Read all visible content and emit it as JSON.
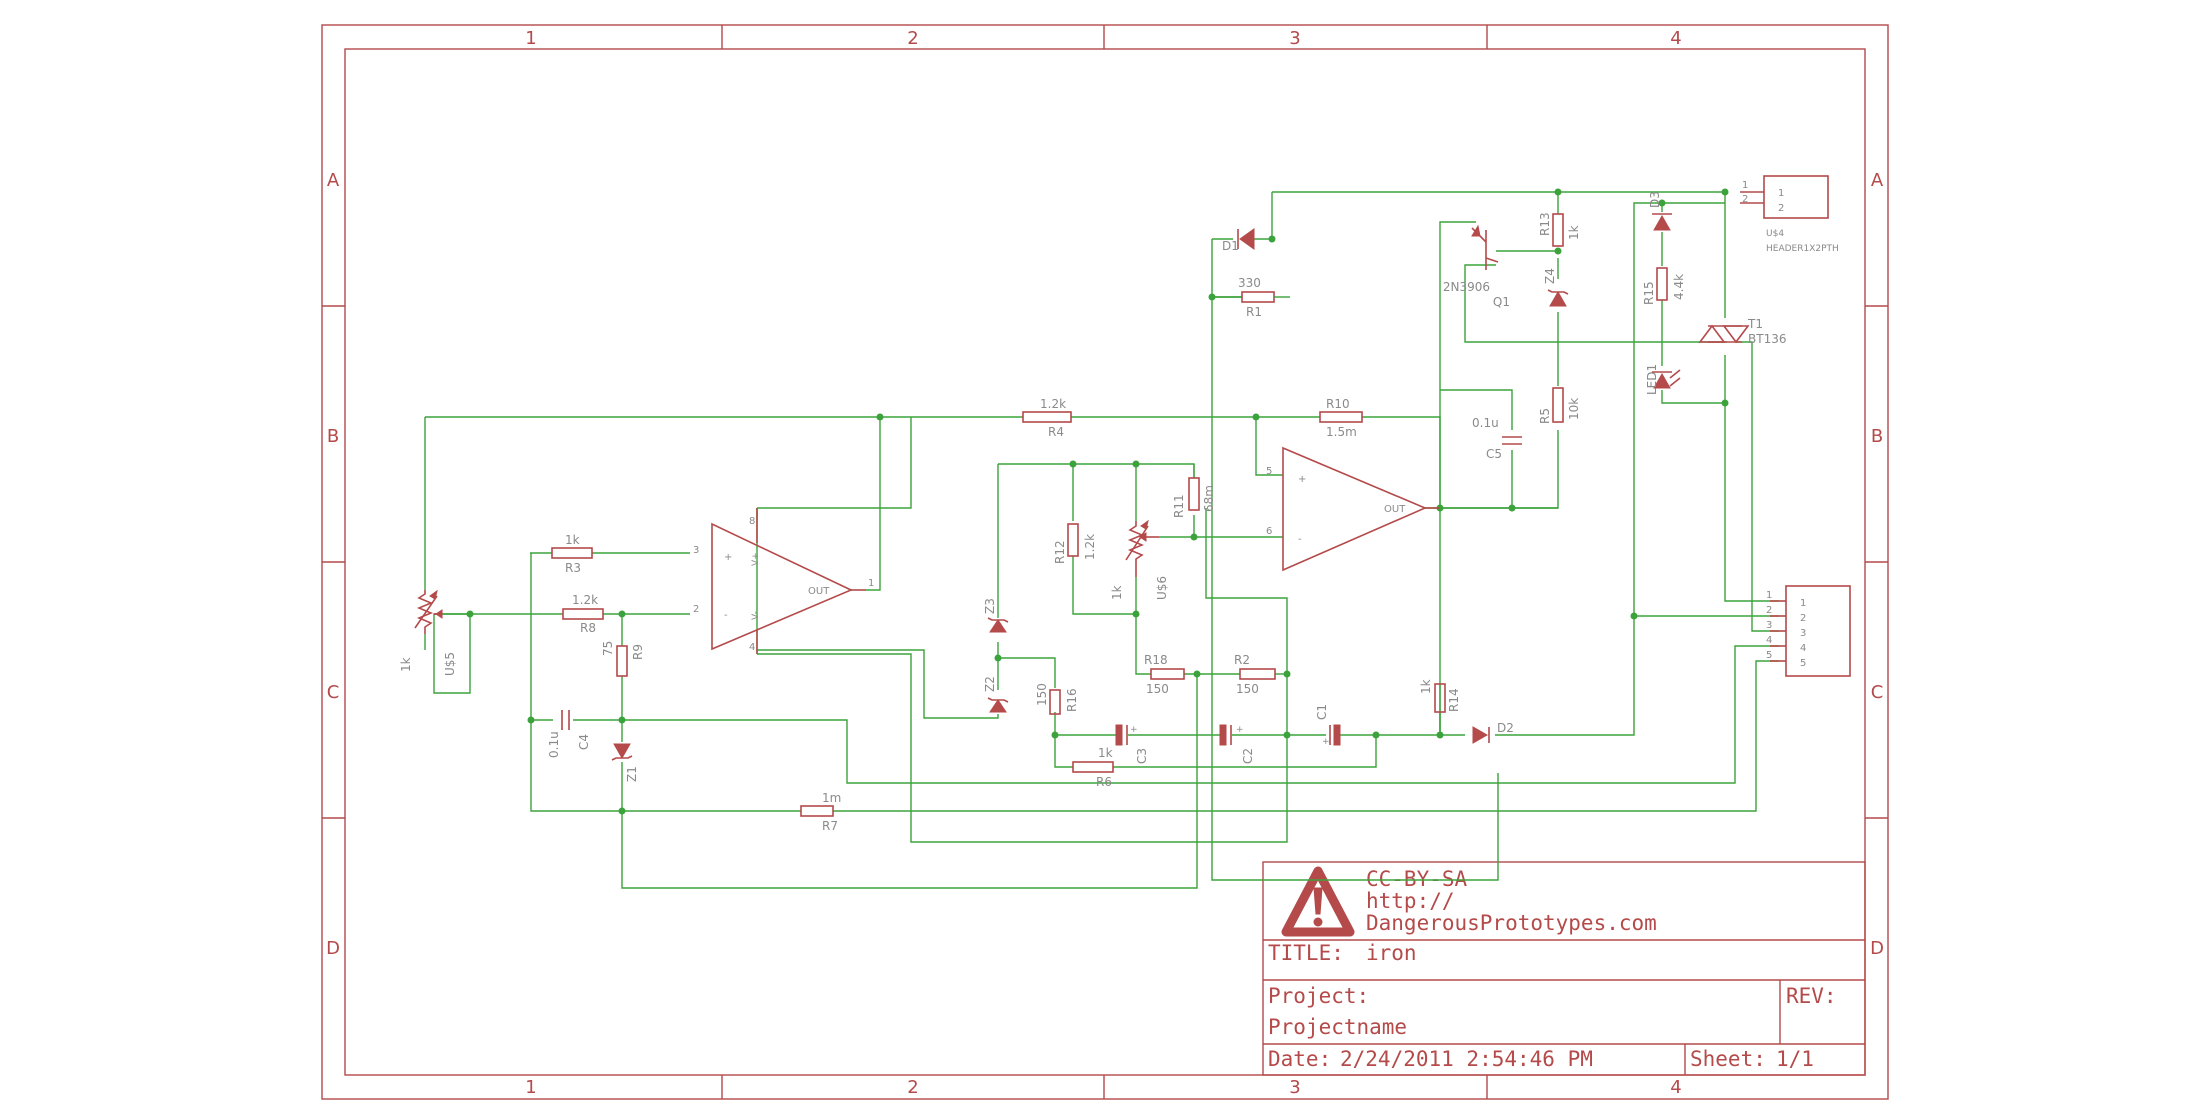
{
  "frame": {
    "columns": [
      "1",
      "2",
      "3",
      "4"
    ],
    "rows": [
      "A",
      "B",
      "C",
      "D"
    ]
  },
  "titleblock": {
    "license": "CC-BY-SA",
    "url_line1": "http://",
    "url_line2": "DangerousPrototypes.com",
    "title_label": "TITLE:",
    "title_value": "iron",
    "project_label": "Project:",
    "project_value": "Projectname",
    "rev_label": "REV:",
    "date_label": "Date:",
    "date_value": "2/24/2011 2:54:46 PM",
    "sheet_label": "Sheet:",
    "sheet_value": "1/1"
  },
  "colors": {
    "frame": "#b44a4a",
    "wire": "#3ca33c",
    "label": "#8a8a8a"
  },
  "labels": {
    "d1": "D1",
    "r1_name": "R1",
    "r1_value": "330",
    "r13_name": "R13",
    "r13_value": "1k",
    "z4": "Z4",
    "q1_part": "2N3906",
    "q1_name": "Q1",
    "d3": "D3",
    "r15_name": "R15",
    "r15_value": "4.4k",
    "led1": "LED1",
    "t1_name": "T1",
    "t1_part": "BT136",
    "u4_name": "U$4",
    "u4_part": "HEADER1X2PTH",
    "r4_value": "1.2k",
    "r4_name": "R4",
    "r10_name": "R10",
    "r10_value": "1.5m",
    "c5_value": "0.1u",
    "c5_name": "C5",
    "r5_name": "R5",
    "r5_value": "10k",
    "r11_name": "R11",
    "r11_value": "68m",
    "r12_name": "R12",
    "r12_value": "1.2k",
    "u6_value": "1k",
    "u6_name": "U$6",
    "r3_value": "1k",
    "r3_name": "R3",
    "r8_value": "1.2k",
    "r8_name": "R8",
    "r9_value": "75",
    "r9_name": "R9",
    "u5_value": "1k",
    "u5_name": "U$5",
    "z3": "Z3",
    "z2": "Z2",
    "r16_value": "150",
    "r16_name": "R16",
    "r18_name": "R18",
    "r18_value": "150",
    "r2_name": "R2",
    "r2_value": "150",
    "r14_value": "1k",
    "r14_name": "R14",
    "d2": "D2",
    "c4_value": "0.1u",
    "c4_name": "C4",
    "z1": "Z1",
    "r6_value": "1k",
    "r6_name": "R6",
    "c3": "C3",
    "c2": "C2",
    "c1": "C1",
    "r7_value": "1m",
    "r7_name": "R7",
    "opamp_out": "OUT",
    "vplus": "V+",
    "vminus": "V-",
    "plus": "+",
    "minus": "-",
    "pin1": "1",
    "pin2": "2",
    "pin3": "3",
    "pin4": "4",
    "pin5": "5",
    "pin6": "6",
    "pin8": "8"
  }
}
